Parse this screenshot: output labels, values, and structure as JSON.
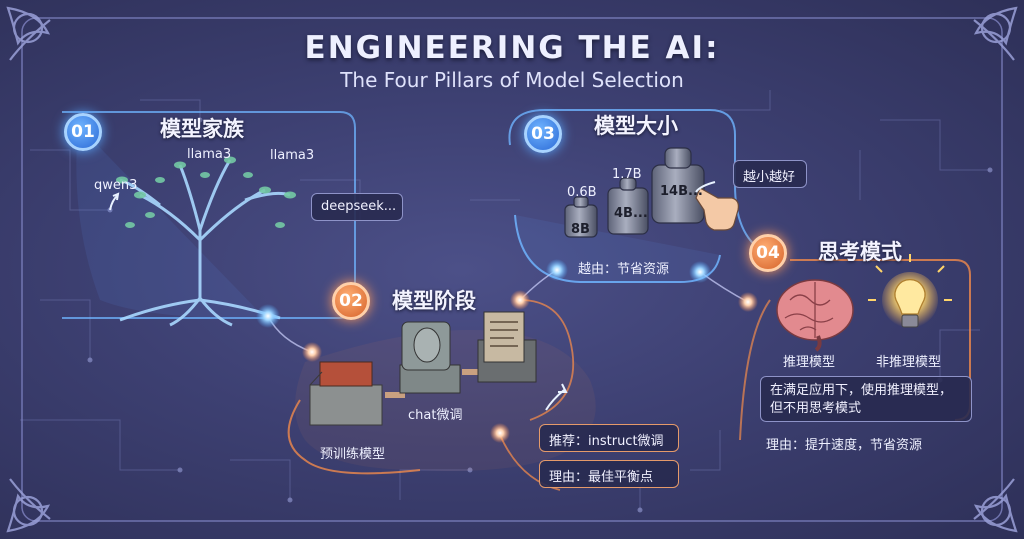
{
  "title": "ENGINEERING THE AI:",
  "subtitle": "The Four Pillars of Model Selection",
  "sections": {
    "s01": {
      "num": "01",
      "heading": "模型家族",
      "labels": [
        "llama3",
        "llama3",
        "qwen3"
      ],
      "callout": "deepseek..."
    },
    "s02": {
      "num": "02",
      "heading": "模型阶段",
      "stage_chat": "chat微调",
      "stage_pretrain": "预训练模型",
      "recommend": "推荐：instruct微调",
      "reason": "理由：最佳平衡点"
    },
    "s03": {
      "num": "03",
      "heading": "模型大小",
      "weights": [
        "0.6B",
        "1.7B",
        "8B",
        "4B...",
        "14B..."
      ],
      "callout": "越小越好",
      "reason": "越由：节省资源"
    },
    "s04": {
      "num": "04",
      "heading": "思考模式",
      "left_label": "推理模型",
      "right_label": "非推理模型",
      "note": "在满足应用下，使用推理模型，但不用思考模式",
      "reason": "理由：提升速度，节省资源"
    }
  },
  "colors": {
    "blue_accent": "#5fb4ff",
    "orange_accent": "#f08a4b",
    "background": "#3d4072"
  },
  "icons": [
    "tree-icon",
    "bricks-icon",
    "statue-icon",
    "document-icon",
    "weights-icon",
    "hand-pointer-icon",
    "brain-icon",
    "lightbulb-icon",
    "celtic-knot-icon"
  ]
}
